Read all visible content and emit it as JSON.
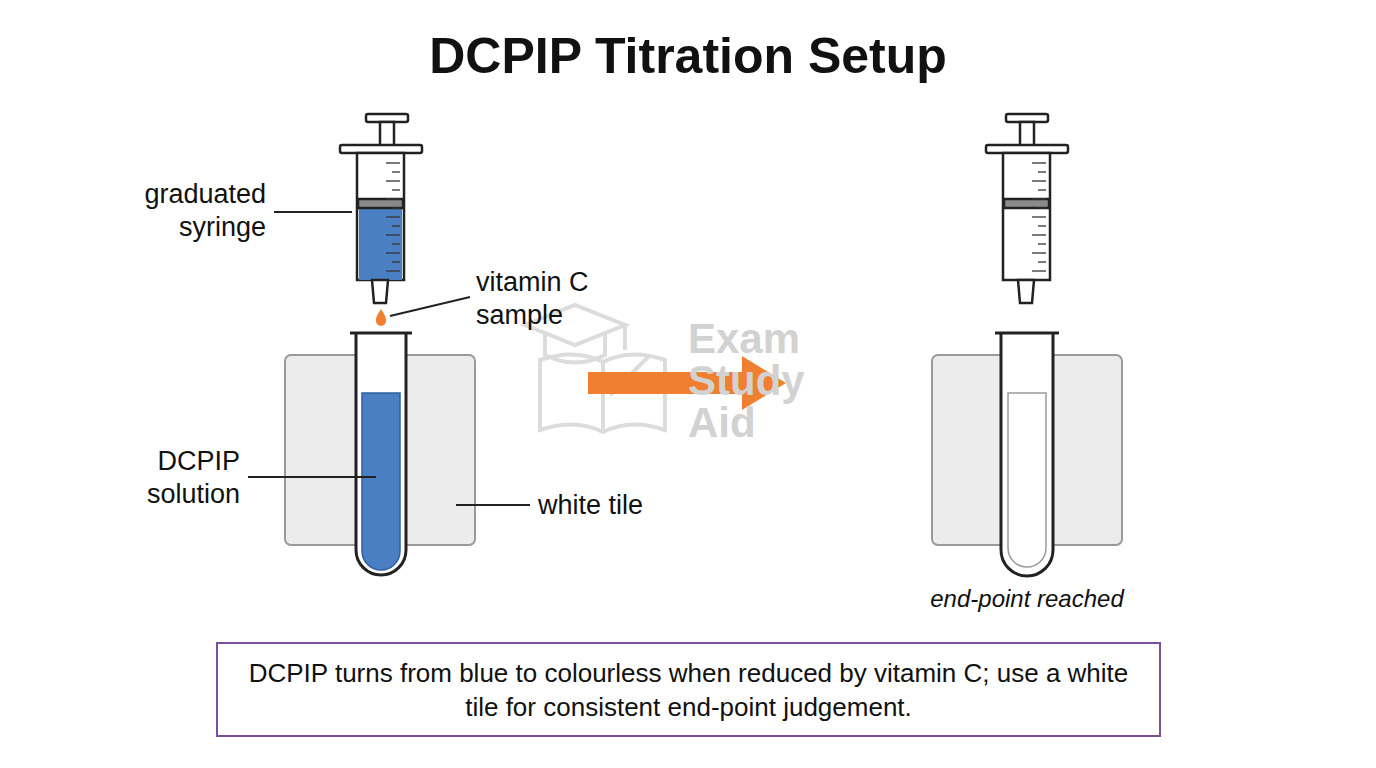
{
  "diagram": {
    "title": "DCPIP Titration Setup",
    "caption": "DCPIP turns from blue to colourless when reduced by vitamin C; use a white tile for consistent end-point judgement.",
    "labels": [
      "graduated syringe",
      "vitamin C sample",
      "DCPIP solution",
      "white tile",
      "end-point reached",
      "Exam Study Aid"
    ]
  }
}
